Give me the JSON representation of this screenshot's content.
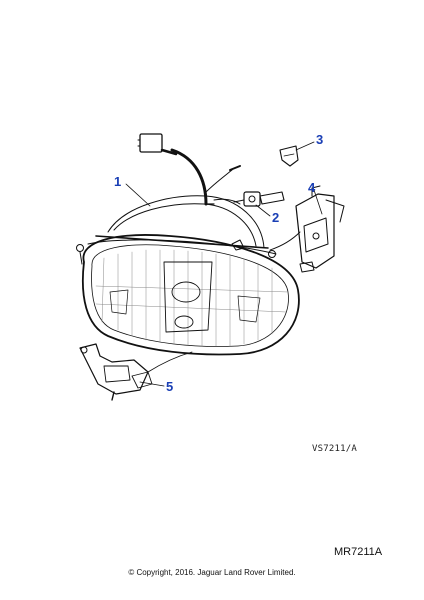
{
  "callouts": [
    {
      "id": "1",
      "label": "1"
    },
    {
      "id": "2",
      "label": "2"
    },
    {
      "id": "3",
      "label": "3"
    },
    {
      "id": "4",
      "label": "4"
    },
    {
      "id": "5",
      "label": "5"
    }
  ],
  "reference_code": "VS7211/A",
  "diagram_code": "MR7211A",
  "copyright": "© Copyright, 2016. Jaguar Land Rover Limited.",
  "colors": {
    "callout": "#1a3fb5",
    "line": "#111111",
    "background": "#ffffff"
  }
}
